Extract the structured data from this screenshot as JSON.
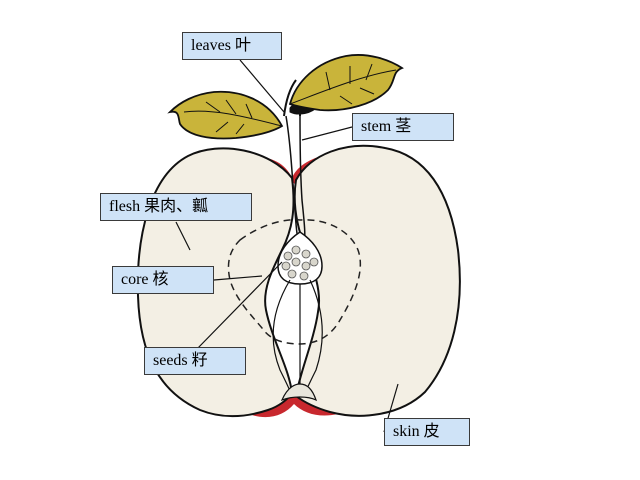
{
  "labels": {
    "leaves": "leaves 叶",
    "stem": "stem 茎",
    "flesh": "flesh 果肉、瓤",
    "core": "core 核",
    "seeds": "seeds 籽",
    "skin": "skin 皮"
  },
  "colors": {
    "label_bg": "#cfe3f7",
    "leaf": "#c9b43a",
    "flesh": "#f3efe4",
    "skin_red": "#c8282e",
    "outline": "#111111"
  }
}
